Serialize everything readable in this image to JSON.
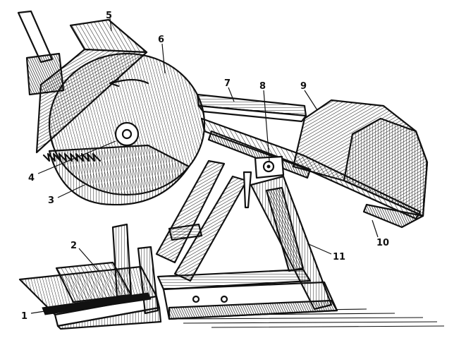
{
  "callouts": [
    {
      "label": "1"
    },
    {
      "label": "2"
    },
    {
      "label": "3"
    },
    {
      "label": "4"
    },
    {
      "label": "5"
    },
    {
      "label": "6"
    },
    {
      "label": "7"
    },
    {
      "label": "8"
    },
    {
      "label": "9"
    },
    {
      "label": "10"
    },
    {
      "label": "11"
    }
  ],
  "colors": {
    "ink": "#111111",
    "paper": "#ffffff"
  }
}
